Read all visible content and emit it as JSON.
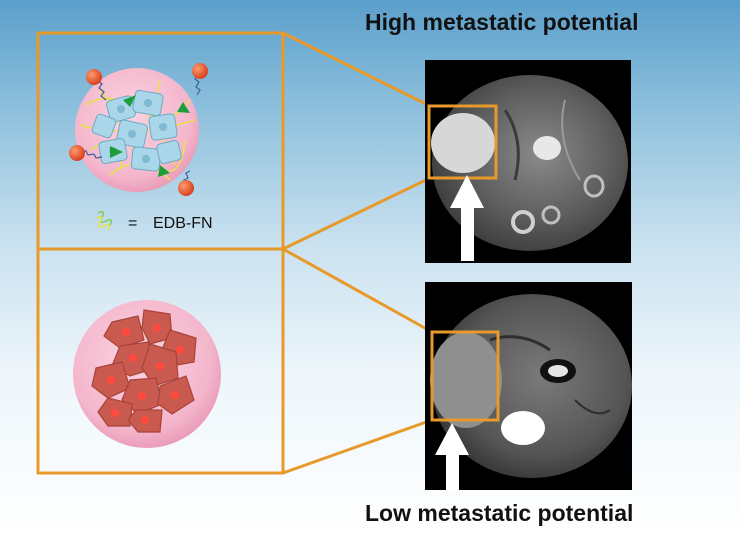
{
  "titles": {
    "high": "High metastatic potential",
    "low": "Low metastatic potential"
  },
  "legend": {
    "equals": "=",
    "label": "EDB-FN"
  },
  "colors": {
    "frame": "#e79a2a",
    "cell_sphere": "#f4b6cc",
    "high_cells": "#a9d6e8",
    "low_cells": "#c85a4f",
    "nanoparticle": "#e4572e",
    "arrow_marker": "#1e9e3a",
    "fiber": "#e8e24a"
  },
  "icons": [
    "high-metastasis-cell-cluster-icon",
    "low-metastasis-cell-cluster-icon",
    "mri-scan-high",
    "mri-scan-low",
    "white-arrow-icon"
  ]
}
